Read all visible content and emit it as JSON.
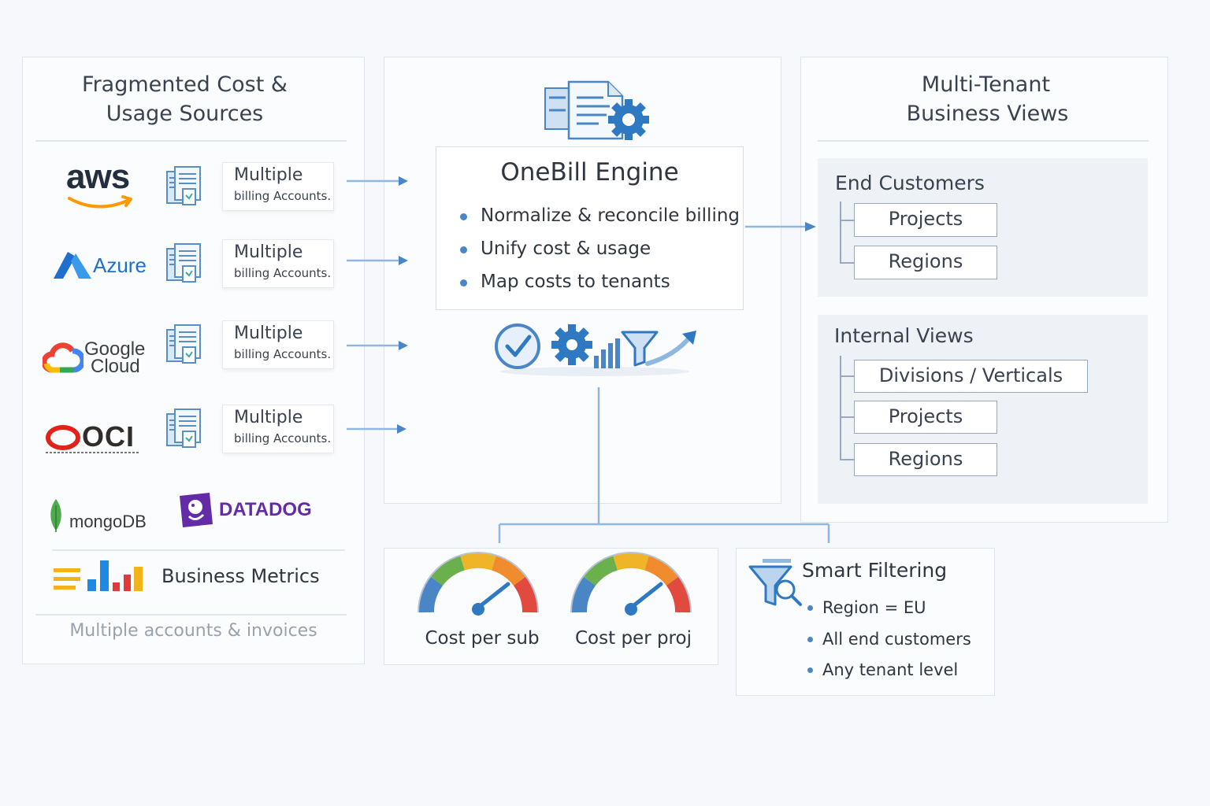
{
  "left_panel": {
    "title_line1": "Fragmented Cost &",
    "title_line2": "Usage Sources",
    "sources": [
      {
        "logo": "aws",
        "card_line1": "Multiple",
        "card_line2": "billing Accounts."
      },
      {
        "logo": "Azure",
        "card_line1": "Multiple",
        "card_line2": "billing Accounts."
      },
      {
        "logo_line1": "Google",
        "logo_line2": "Cloud",
        "card_line1": "Multiple",
        "card_line2": "billing Accounts."
      },
      {
        "logo": "OCI",
        "card_line1": "Multiple",
        "card_line2": "billing Accounts."
      }
    ],
    "extra_logos": [
      "mongoDB",
      "DATADOG"
    ],
    "business_metrics": "Business Metrics",
    "footer": "Multiple accounts & invoices"
  },
  "engine": {
    "title": "OneBill Engine",
    "bullets": [
      "Normalize & reconcile billing",
      "Unify cost & usage",
      "Map costs to tenants"
    ]
  },
  "right_panel": {
    "title_line1": "Multi-Tenant",
    "title_line2": "Business Views",
    "end_customers": {
      "title": "End Customers",
      "items": [
        "Projects",
        "Regions"
      ]
    },
    "internal_views": {
      "title": "Internal Views",
      "items": [
        "Divisions / Verticals",
        "Projects",
        "Regions"
      ]
    }
  },
  "gauges": {
    "left_label": "Cost per sub",
    "right_label": "Cost per proj"
  },
  "smart_filtering": {
    "title": "Smart Filtering",
    "items": [
      "Region = EU",
      "All end customers",
      "Any tenant level"
    ]
  },
  "colors": {
    "accent": "#4a86c5",
    "connector": "#8fb8e0",
    "aws_orange": "#ff9900",
    "azure_blue": "#0078d4",
    "oci_red": "#e2231a",
    "mongo_green": "#4fa94d",
    "datadog_purple": "#632ca6"
  }
}
